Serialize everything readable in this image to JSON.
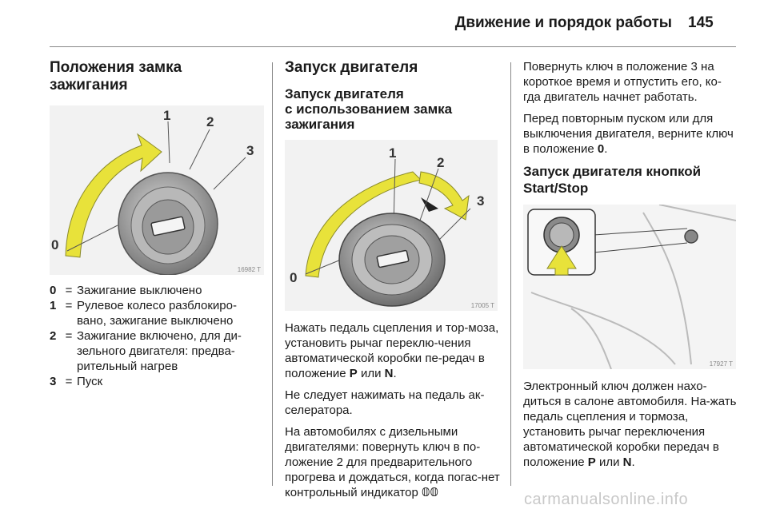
{
  "header": {
    "title": "Движение и порядок работы",
    "page_number": "145"
  },
  "left": {
    "heading": "Положения замка зажигания",
    "figure": {
      "code": "16982 T",
      "labels": [
        "0",
        "1",
        "2",
        "3"
      ]
    },
    "legend": [
      {
        "key": "0",
        "sep": "=",
        "text": "Зажигание выключено"
      },
      {
        "key": "1",
        "sep": "=",
        "text": "Рулевое колесо разблокиро-вано, зажигание выключено"
      },
      {
        "key": "2",
        "sep": "=",
        "text": "Зажигание включено, для ди-зельного двигателя: предва-рительный нагрев"
      },
      {
        "key": "3",
        "sep": "=",
        "text": "Пуск"
      }
    ]
  },
  "middle": {
    "heading": "Запуск двигателя",
    "subheading_1": "Запуск двигателя",
    "subheading_2": "с использованием замка",
    "subheading_3": "зажигания",
    "figure": {
      "code": "17005 T",
      "labels": [
        "0",
        "1",
        "2",
        "3"
      ]
    },
    "p1_text": "Нажать педаль сцепления и тор-моза, установить рычаг переклю-чения автоматической коробки пе-редач в положение ",
    "p1_gear_p": "P",
    "p1_or": " или ",
    "p1_gear_n": "N",
    "p1_end": ".",
    "p2": "Не следует нажимать на педаль ак-селератора.",
    "p3_text": "На автомобилях с дизельными двигателями: повернуть ключ в по-ложение 2 для предварительного прогрева и дождаться, когда погас-нет контрольный индикатор ",
    "p3_symbol": "𝟘𝟘"
  },
  "right": {
    "p1": "Повернуть ключ в положение 3 на короткое время и отпустить его, ко-гда двигатель начнет работать.",
    "p2_text": "Перед повторным пуском или для выключения двигателя, верните ключ в положение ",
    "p2_pos": "0",
    "p2_end": ".",
    "heading_1": "Запуск двигателя кнопкой",
    "heading_2": "Start/Stop",
    "figure": {
      "code": "17927 T"
    },
    "p3_text": "Электронный ключ должен нахо-диться в салоне автомобиля. На-жать педаль сцепления и тормоза, установить рычаг переключения автоматической коробки передач в положение ",
    "p3_gear_p": "P",
    "p3_or": " или ",
    "p3_gear_n": "N",
    "p3_end": "."
  },
  "footer": {
    "watermark": "carmanualsonline.info"
  },
  "colors": {
    "arrow_yellow": "#e8e23a",
    "arrow_outline": "#8a8a2a",
    "figure_bg": "#f2f2f2"
  }
}
